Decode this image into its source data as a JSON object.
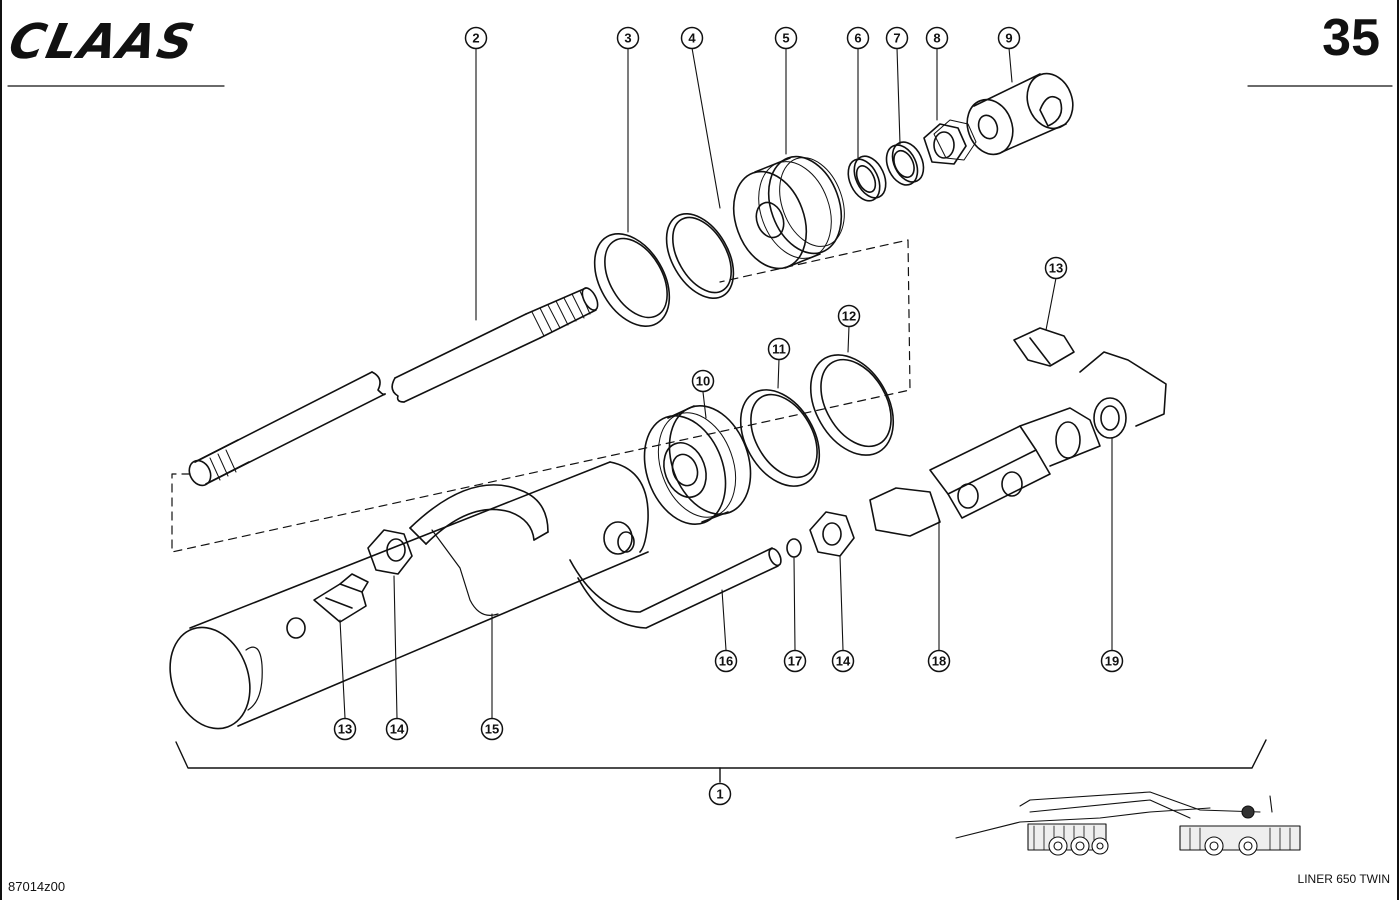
{
  "header": {
    "brand": "CLAAS",
    "page_number": "35"
  },
  "footer": {
    "drawing_number": "87014z00",
    "model": "LINER 650 TWIN"
  },
  "callouts": [
    {
      "id": "c2",
      "label": "2"
    },
    {
      "id": "c3",
      "label": "3"
    },
    {
      "id": "c4",
      "label": "4"
    },
    {
      "id": "c5",
      "label": "5"
    },
    {
      "id": "c6",
      "label": "6"
    },
    {
      "id": "c7",
      "label": "7"
    },
    {
      "id": "c8",
      "label": "8"
    },
    {
      "id": "c9",
      "label": "9"
    },
    {
      "id": "c13a",
      "label": "13"
    },
    {
      "id": "c12",
      "label": "12"
    },
    {
      "id": "c11",
      "label": "11"
    },
    {
      "id": "c10",
      "label": "10"
    },
    {
      "id": "c16",
      "label": "16"
    },
    {
      "id": "c17",
      "label": "17"
    },
    {
      "id": "c14a",
      "label": "14"
    },
    {
      "id": "c18",
      "label": "18"
    },
    {
      "id": "c19",
      "label": "19"
    },
    {
      "id": "c13b",
      "label": "13"
    },
    {
      "id": "c14b",
      "label": "14"
    },
    {
      "id": "c15",
      "label": "15"
    },
    {
      "id": "c1",
      "label": "1"
    }
  ]
}
